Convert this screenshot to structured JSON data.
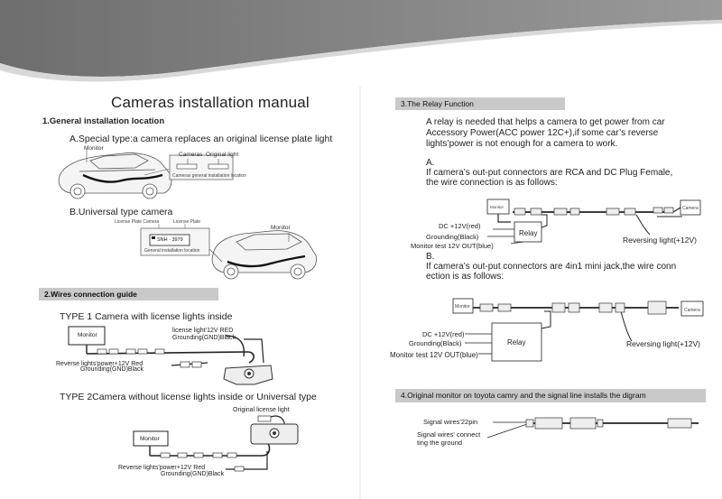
{
  "title": "Cameras installation manual",
  "section1": {
    "heading": "1.General installation location",
    "special_type": "A.Special type:a camera replaces an original license plate light",
    "monitor_label": "Monitor",
    "cameras_label": "Cameras",
    "original_light_label": "Original light",
    "cameras_location_caption": "Cameras general installation location",
    "universal_type": "B.Universal type camera",
    "plate_camera_label": "License Plate Camera",
    "license_plate_label": "License Plate",
    "monitor_label_b": "Monitor",
    "plate_text": "SNH · 3979",
    "general_location_caption": "General installation location"
  },
  "section2": {
    "heading": "2.Wires connection guide",
    "type1": "TYPE 1 Camera with license lights inside",
    "type1_monitor": "Monitor",
    "type1_light": "license light’12V RED",
    "type1_ground": "Grounding(GND)Black",
    "type1_power": "Reverse lights'power+12V Red",
    "type1_ground2": "Grounding(GND)Black",
    "type2": "TYPE 2Camera without license lights inside or Universal type",
    "type2_original": "Original license light",
    "type2_monitor": "Monitor",
    "type2_power": "Reverse lights'power+12V Red",
    "type2_ground": "Grounding(GND)Black"
  },
  "section3": {
    "heading": "3.The Relay Function",
    "intro_line1": "A relay is needed that helps a camera to get power from car",
    "intro_line2": "Accessory Power(ACC power 12C+),if some car’s reverse",
    "intro_line3": "lights’power is not enough for a camera to work.",
    "a_label": "A.",
    "a_line1": "If camera’s out-put connectors are RCA and DC Plug Female,",
    "a_line2": "the wire connection is as follows:",
    "a_monitor": "Monitor",
    "a_camera": "Camera",
    "a_dc": "DC +12V(red)",
    "a_ground": "Grounding(Black)",
    "a_test": "Monitor test 12V OUT(blue)",
    "a_relay": "Relay",
    "a_reversing": "Reversing light(+12V)",
    "b_label": "B.",
    "b_line1": "If camera’s out-put connectors are 4in1 mini jack,the wire conn",
    "b_line2": "ection is as follows:",
    "b_monitor": "Monitor",
    "b_camera": "Camera",
    "b_dc": "DC +12V(red)",
    "b_ground": "Grounding(Black)",
    "b_test": "Monitor test 12V OUT(blue)",
    "b_relay": "Relay",
    "b_reversing": "Reversing light(+12V)"
  },
  "section4": {
    "heading": "4.Original monitor on toyota camry and the signal line installs the digram",
    "signal1": "Signal wires'22pin",
    "signal2_line1": "Signal wires' connect",
    "signal2_line2": "ting the ground"
  }
}
